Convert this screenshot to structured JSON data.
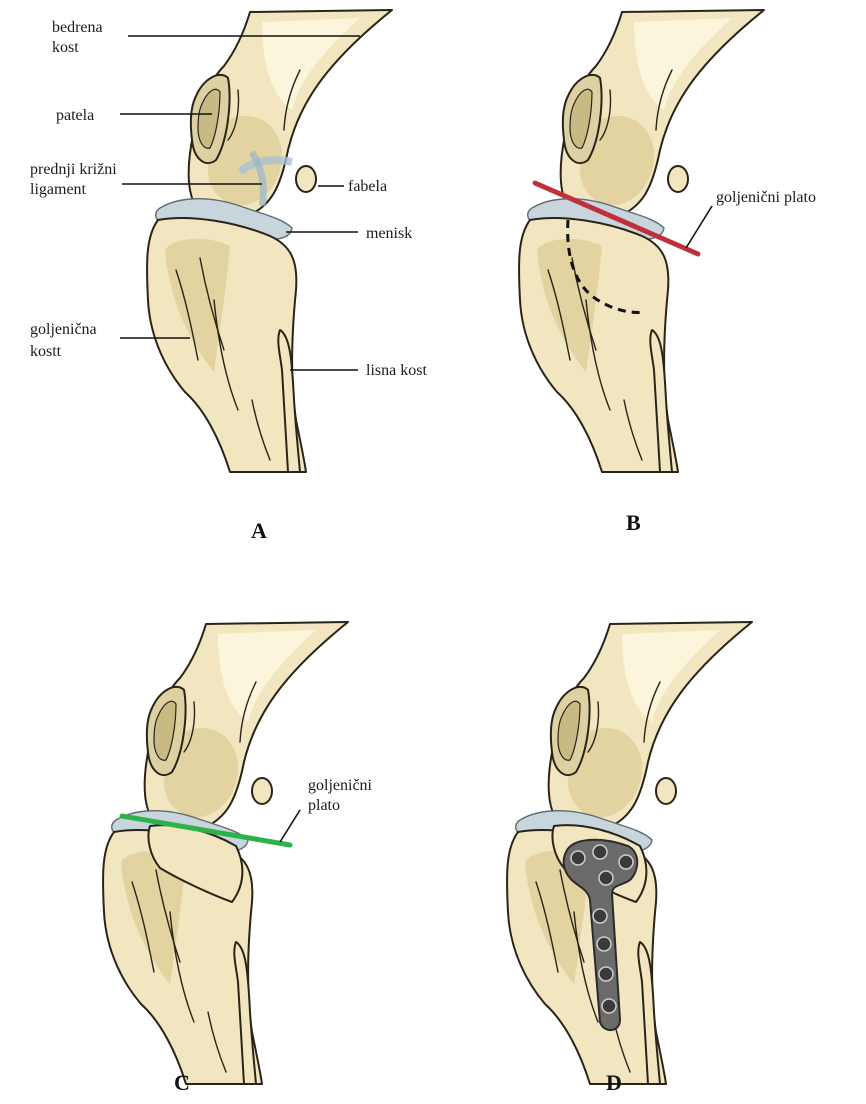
{
  "panels": [
    {
      "letter": "A"
    },
    {
      "letter": "B"
    },
    {
      "letter": "C"
    },
    {
      "letter": "D"
    }
  ],
  "labels": {
    "femur": [
      "bedrena",
      "kost"
    ],
    "patella": "patela",
    "acl": [
      "prednji križni",
      "ligament"
    ],
    "fabella": "fabela",
    "meniscus": "menisk",
    "tibia": [
      "goljenična",
      "kostt"
    ],
    "fibula": "lisna kost",
    "tibial_plateau_b": "goljenični plato",
    "tibial_plateau_c": [
      "goljenični",
      "plato"
    ]
  },
  "colors": {
    "plateau_b": "#c0303a",
    "plateau_c": "#2bb34a",
    "label_b": "#b8323c",
    "label_c": "#2aa84a"
  }
}
